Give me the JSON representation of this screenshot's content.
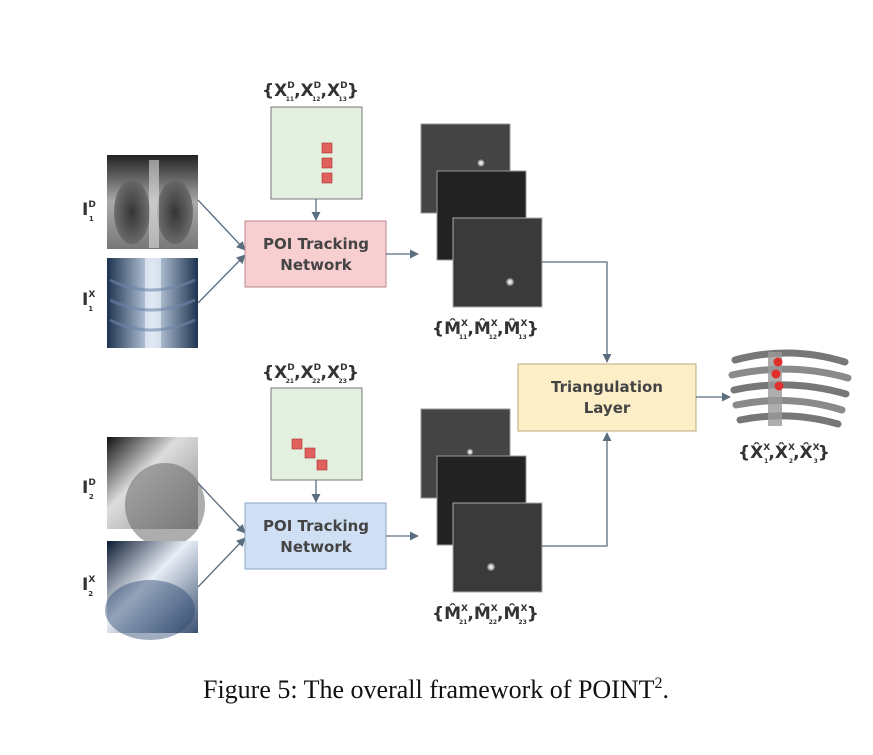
{
  "diagram": {
    "top_points": {
      "base": "X",
      "sup": "D",
      "subs": [
        "11",
        "12",
        "13"
      ]
    },
    "bottom_points": {
      "base": "X",
      "sup": "D",
      "subs": [
        "21",
        "22",
        "23"
      ]
    },
    "top_heatmaps": {
      "base": "M",
      "sup": "X",
      "subs": [
        "11",
        "12",
        "13"
      ]
    },
    "bottom_heatmaps": {
      "base": "M",
      "sup": "X",
      "subs": [
        "21",
        "22",
        "23"
      ]
    },
    "output_points": {
      "base": "X",
      "sup": "X",
      "subs": [
        "1",
        "2",
        "3"
      ]
    },
    "inputs": {
      "i1d": {
        "base": "I",
        "sup": "D",
        "sub": "1"
      },
      "i1x": {
        "base": "I",
        "sup": "X",
        "sub": "1"
      },
      "i2d": {
        "base": "I",
        "sup": "D",
        "sub": "2"
      },
      "i2x": {
        "base": "I",
        "sup": "X",
        "sub": "2"
      }
    },
    "net_top": {
      "line1": "POI Tracking",
      "line2": "Network"
    },
    "net_bottom": {
      "line1": "POI Tracking",
      "line2": "Network"
    },
    "triangulation": {
      "line1": "Triangulation",
      "line2": "Layer"
    },
    "colors": {
      "net_top_fill": "#f8cfd1",
      "net_bottom_fill": "#cfe0f5",
      "triangulation_fill": "#fcefc8",
      "points_panel_fill": "#e3f0df",
      "point_marker": "#e0605e",
      "arrow": "#5a6e80"
    }
  },
  "caption": {
    "text": "Figure 5: The overall framework of POINT",
    "sup": "2",
    "end": "."
  }
}
